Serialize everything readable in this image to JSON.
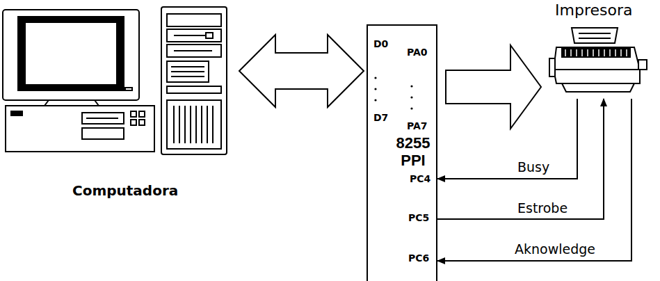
{
  "diagram": {
    "nodes": [
      {
        "text": [
          "Computadora"
        ]
      },
      {
        "text": [
          "D0",
          "PA0",
          "D7",
          "PA7",
          "8255 PPI",
          "PC4",
          "PC5",
          "PC6"
        ]
      },
      {
        "text": [
          "Impresora"
        ]
      }
    ],
    "edges": [
      {
        "from": 0,
        "to": 1,
        "arrow": "both"
      },
      {
        "from": 1,
        "to": 2,
        "arrow": "to"
      },
      {
        "from": 2,
        "to": 1,
        "label": "Busy",
        "arrow": "to"
      },
      {
        "from": 1,
        "to": 2,
        "label": "Estrobe",
        "arrow": "to"
      },
      {
        "from": 2,
        "to": 1,
        "label": "Aknowledge",
        "arrow": "to"
      }
    ]
  }
}
